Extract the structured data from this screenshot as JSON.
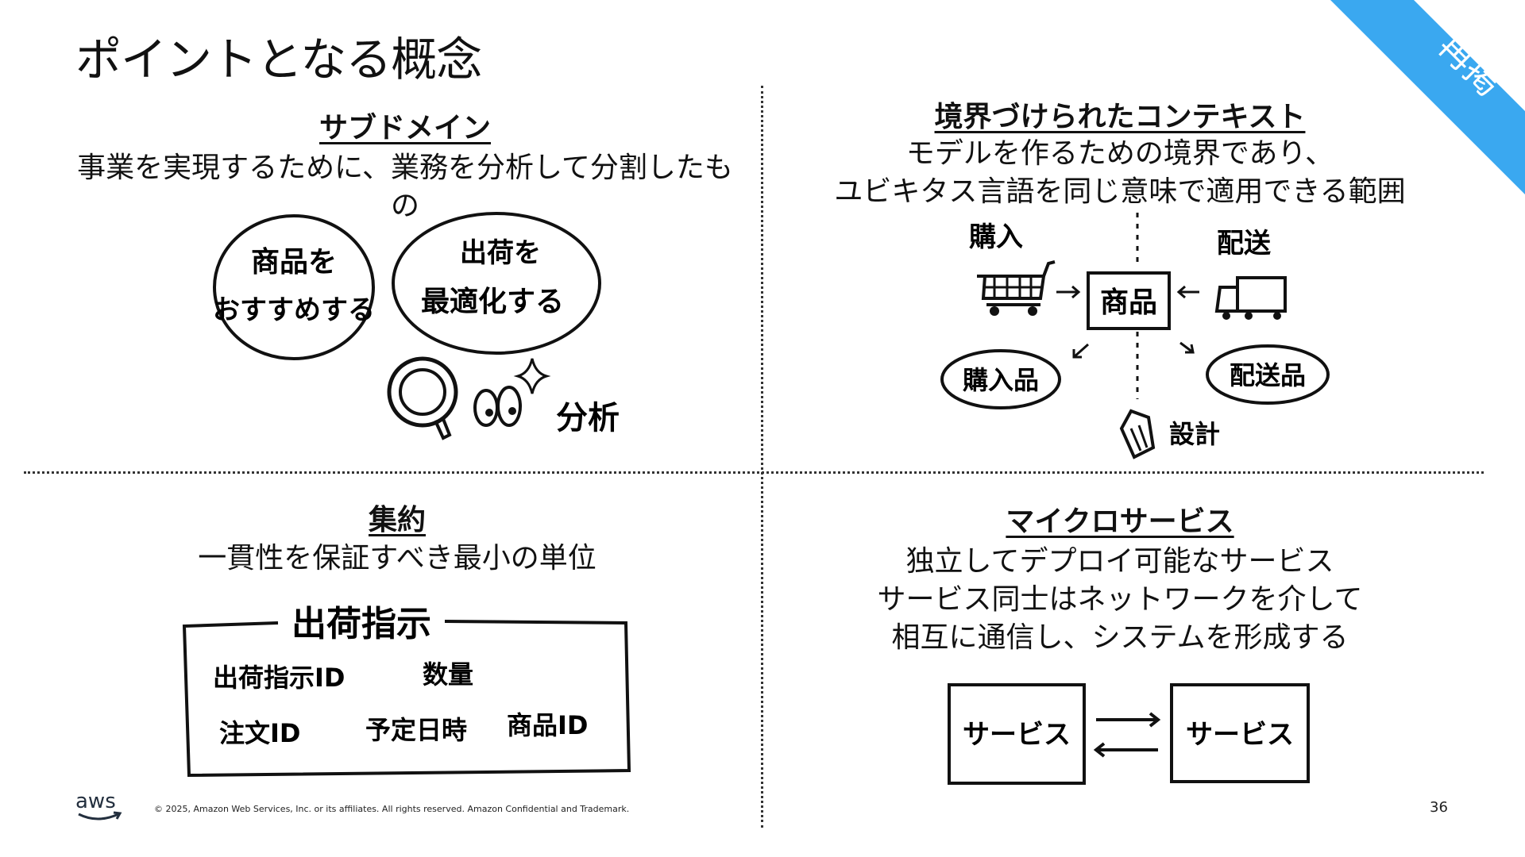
{
  "slide": {
    "title": "ポイントとなる概念",
    "ribbon": "再掲",
    "page_number": "36",
    "copyright": "© 2025, Amazon Web Services, Inc. or its affiliates. All rights reserved. Amazon Confidential and Trademark.",
    "logo_text": "aws"
  },
  "subdomain": {
    "heading": "サブドメイン",
    "description": "事業を実現するために、業務を分析して分割したもの",
    "bubble1_line1": "商品を",
    "bubble1_line2": "おすすめする",
    "bubble2_line1": "出荷を",
    "bubble2_line2": "最適化する",
    "analysis_label": "分析"
  },
  "bounded_context": {
    "heading": "境界づけられたコンテキスト",
    "description_line1": "モデルを作るための境界であり、",
    "description_line2": "ユビキタス言語を同じ意味で適用できる範囲",
    "purchase_label": "購入",
    "delivery_label": "配送",
    "product_label": "商品",
    "purchased_item": "購入品",
    "delivered_item": "配送品",
    "design_label": "設計"
  },
  "aggregate": {
    "heading": "集約",
    "description": "一貫性を保証すべき最小の単位",
    "box_title": "出荷指示",
    "field1": "出荷指示ID",
    "field2": "数量",
    "field3": "注文ID",
    "field4": "予定日時",
    "field5": "商品ID"
  },
  "microservice": {
    "heading": "マイクロサービス",
    "description_line1": "独立してデプロイ可能なサービス",
    "description_line2": "サービス同士はネットワークを介して",
    "description_line3": "相互に通信し、システムを形成する",
    "service_left": "サービス",
    "service_right": "サービス"
  }
}
